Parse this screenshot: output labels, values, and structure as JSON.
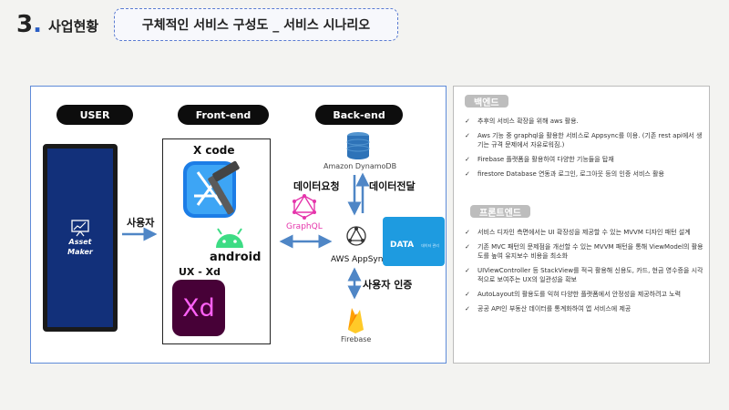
{
  "header": {
    "number": "3",
    "dot": ".",
    "section": "사업현황",
    "title": "구체적인 서비스 구성도 _ 서비스 시나리오"
  },
  "diagram": {
    "columns": {
      "user": "USER",
      "frontend": "Front-end",
      "backend": "Back-end"
    },
    "app": {
      "name_line1": "Asset",
      "name_line2": "Maker"
    },
    "user_edge_label": "사용자",
    "frontend_items": {
      "xcode": "X code",
      "android": "android",
      "uxxd_label": "UX - Xd",
      "xd_glyph": "Xd"
    },
    "graphql": "GraphQL",
    "dynamodb": "Amazon DynamoDB",
    "data_request": "데이터요청",
    "data_delivery": "데이터전달",
    "appsync": "AWS AppSync",
    "user_auth": "사용자 인증",
    "firebase": "Firebase",
    "data_card": {
      "title": "DATA",
      "subtitle": "데이터 관리"
    },
    "colors": {
      "arrow": "#4f86c6",
      "phone_screen": "#12307a",
      "xd_bg": "#470137",
      "xd_text": "#ff61f6",
      "android": "#3ddc84",
      "graphql": "#e535ab",
      "dynamo": "#2e73b8",
      "firebase": "#ffca28",
      "data_card": "#1e9be0"
    },
    "icons": [
      "chart-board-icon",
      "xcode-hammer-icon",
      "android-robot-icon",
      "adobe-xd-icon",
      "graphql-icon",
      "dynamodb-icon",
      "appsync-icon",
      "firebase-icon"
    ]
  },
  "sidebar": {
    "backend_title": "백엔드",
    "backend_items": [
      "추후의 서비스 확장을 위해 aws 활용.",
      "Aws 기능 중 graphql을 활용한 서비스로 Appsync를 이용. (기존 rest api에서 생기는 규격 문제에서 자유로워짐.)",
      "Firebase 플랫폼을 활용하여 다양한 기능들을 탑재",
      "firestore Database 연동과 로그인, 로그아웃 등의 인증 서비스 활용"
    ],
    "frontend_title": "프론트엔드",
    "frontend_items": [
      "서비스 디자인 측면에서는 UI 확장성을 제공할 수 있는 MVVM 디자인 패턴 설계",
      "기존 MVC 패턴의 문제점을 개선할 수 있는 MVVM 패턴을 통해 ViewModel의 활용도를 높여 유지보수 비용을 최소화",
      "UIViewController 등 StackView를 적극 활용해 신용도, 카드, 현금 영수증을 시각적으로 보여주는 UX의 일관성을 확보",
      "AutoLayout의 활용도를 익혀 다양한 플랫폼에서 안정성을 제공하려고 노력",
      "공공 API인 부동산 데이터를 통계화하여 앱 서비스에 제공"
    ],
    "check": "✓"
  }
}
